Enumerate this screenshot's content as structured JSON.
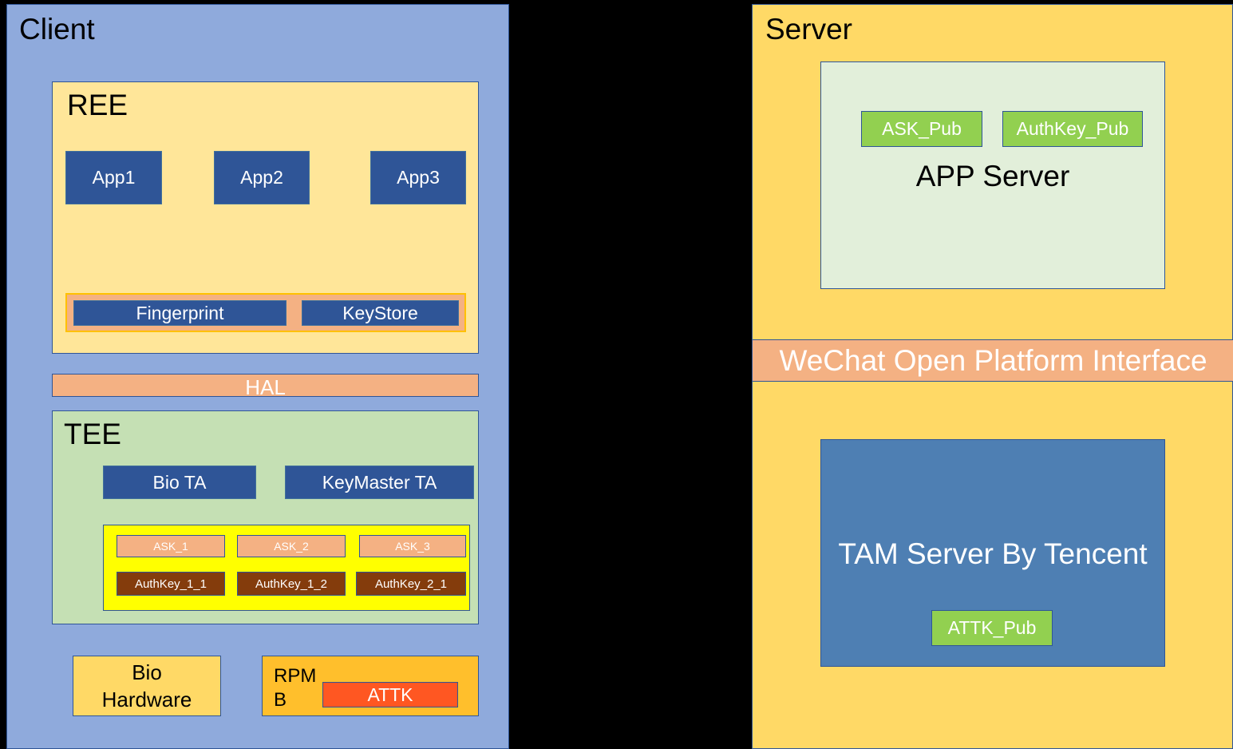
{
  "client": {
    "title": "Client",
    "ree": {
      "title": "REE",
      "apps": [
        "App1",
        "App2",
        "App3"
      ],
      "fingerprint": "Fingerprint",
      "keystore": "KeyStore"
    },
    "hal": "HAL",
    "tee": {
      "title": "TEE",
      "bio_ta": "Bio TA",
      "keymaster_ta": "KeyMaster TA",
      "asks": [
        "ASK_1",
        "ASK_2",
        "ASK_3"
      ],
      "authkeys": [
        "AuthKey_1_1",
        "AuthKey_1_2",
        "AuthKey_2_1"
      ]
    },
    "bio_hardware": {
      "line1": "Bio",
      "line2": "Hardware"
    },
    "rpmb": {
      "label": "RPMB",
      "attk": "ATTK"
    }
  },
  "server": {
    "title": "Server",
    "app_server": {
      "label": "APP Server",
      "ask_pub": "ASK_Pub",
      "authkey_pub": "AuthKey_Pub"
    },
    "interface": "WeChat Open Platform Interface",
    "tam_server": {
      "label": "TAM Server By Tencent",
      "attk_pub": "ATTK_Pub"
    }
  },
  "colors": {
    "client_bg": "#8faadc",
    "ree_bg": "#ffe699",
    "tee_bg": "#c5e0b4",
    "component_blue": "#2f5597",
    "salmon": "#f4b183",
    "key_store_yellow": "#ffff00",
    "authkey_brown": "#843c0c",
    "attk_orange": "#ff5722",
    "server_bg": "#ffd966",
    "app_server_bg": "#e2efda",
    "tam_bg": "#4e7fb3",
    "pub_key_green": "#92d050"
  }
}
